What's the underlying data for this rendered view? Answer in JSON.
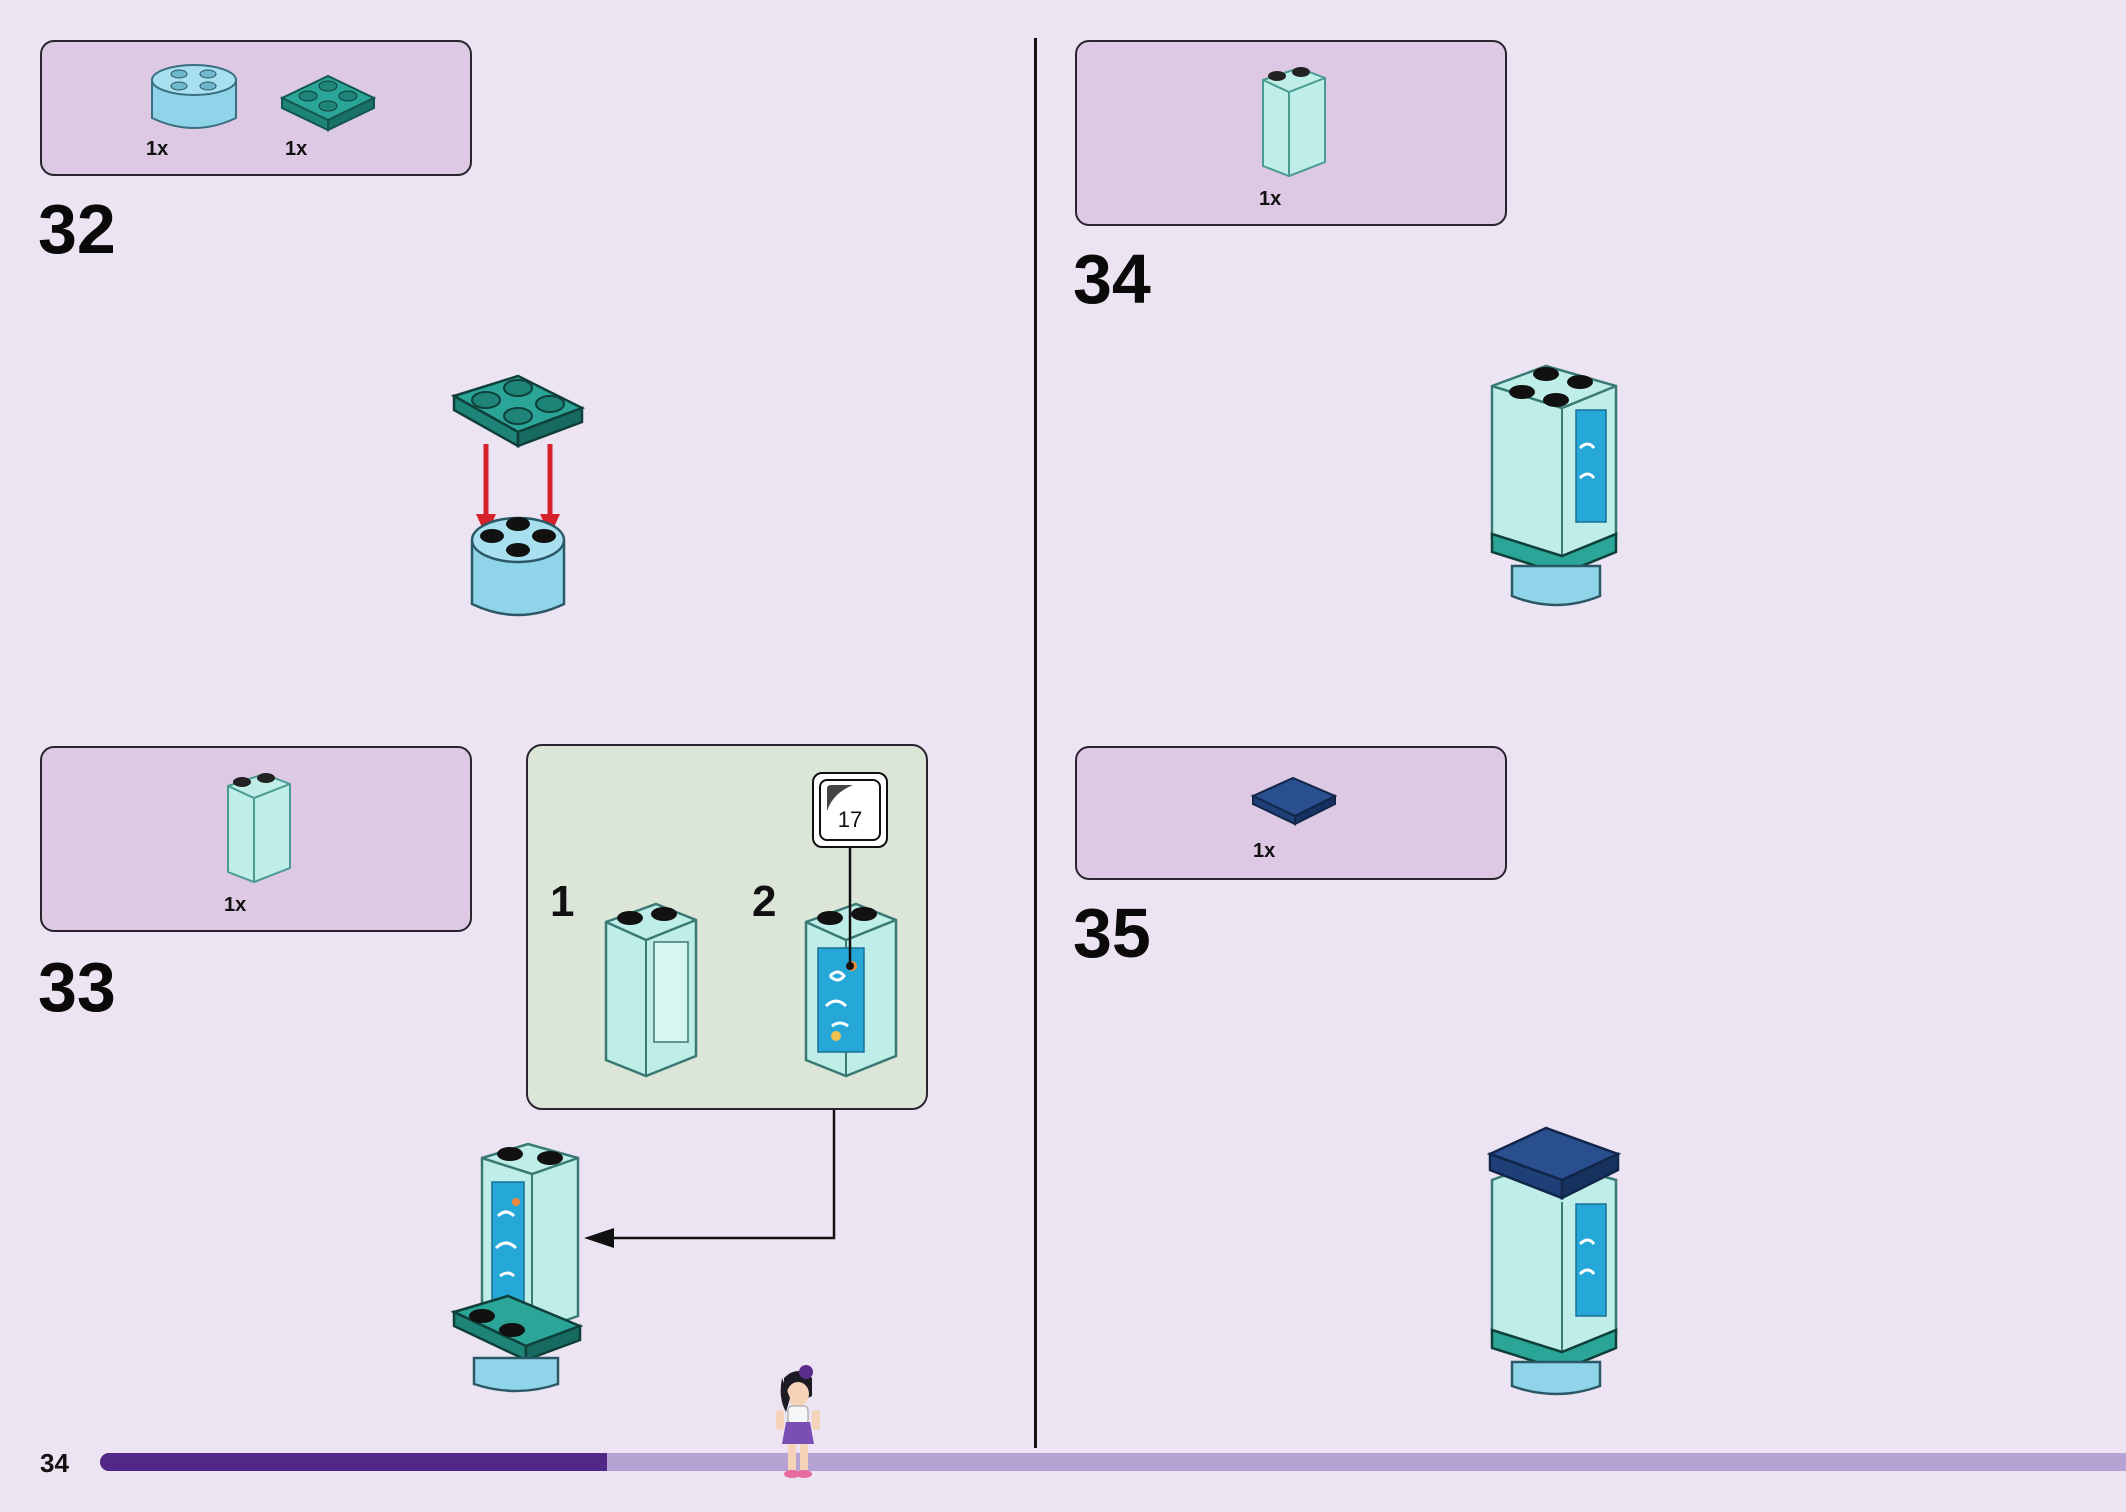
{
  "page": {
    "number": "34",
    "progress": 0.25
  },
  "steps": [
    {
      "number": "32",
      "parts": [
        {
          "qty": "1x",
          "part": "round-brick-2x2"
        },
        {
          "qty": "1x",
          "part": "plate-2x2"
        }
      ]
    },
    {
      "number": "33",
      "parts": [
        {
          "qty": "1x",
          "part": "panel-1x2x3"
        }
      ],
      "substeps": [
        {
          "number": "1"
        },
        {
          "number": "2",
          "sticker": "17"
        }
      ]
    },
    {
      "number": "34",
      "parts": [
        {
          "qty": "1x",
          "part": "panel-1x2x3"
        }
      ]
    },
    {
      "number": "35",
      "parts": [
        {
          "qty": "1x",
          "part": "tile-2x2"
        }
      ]
    }
  ],
  "colors": {
    "background": "#ede4f3",
    "parts_box": "#ddc9e4",
    "sub_box": "#dbe6d9",
    "teal": "#2aa597",
    "light_blue": "#8fd4e8",
    "trans_clear": "#bfeee8",
    "dark_blue": "#1f3f78",
    "arrow_red": "#d6202a",
    "progress_fill": "#512788",
    "progress_track": "#b7a3d3"
  }
}
